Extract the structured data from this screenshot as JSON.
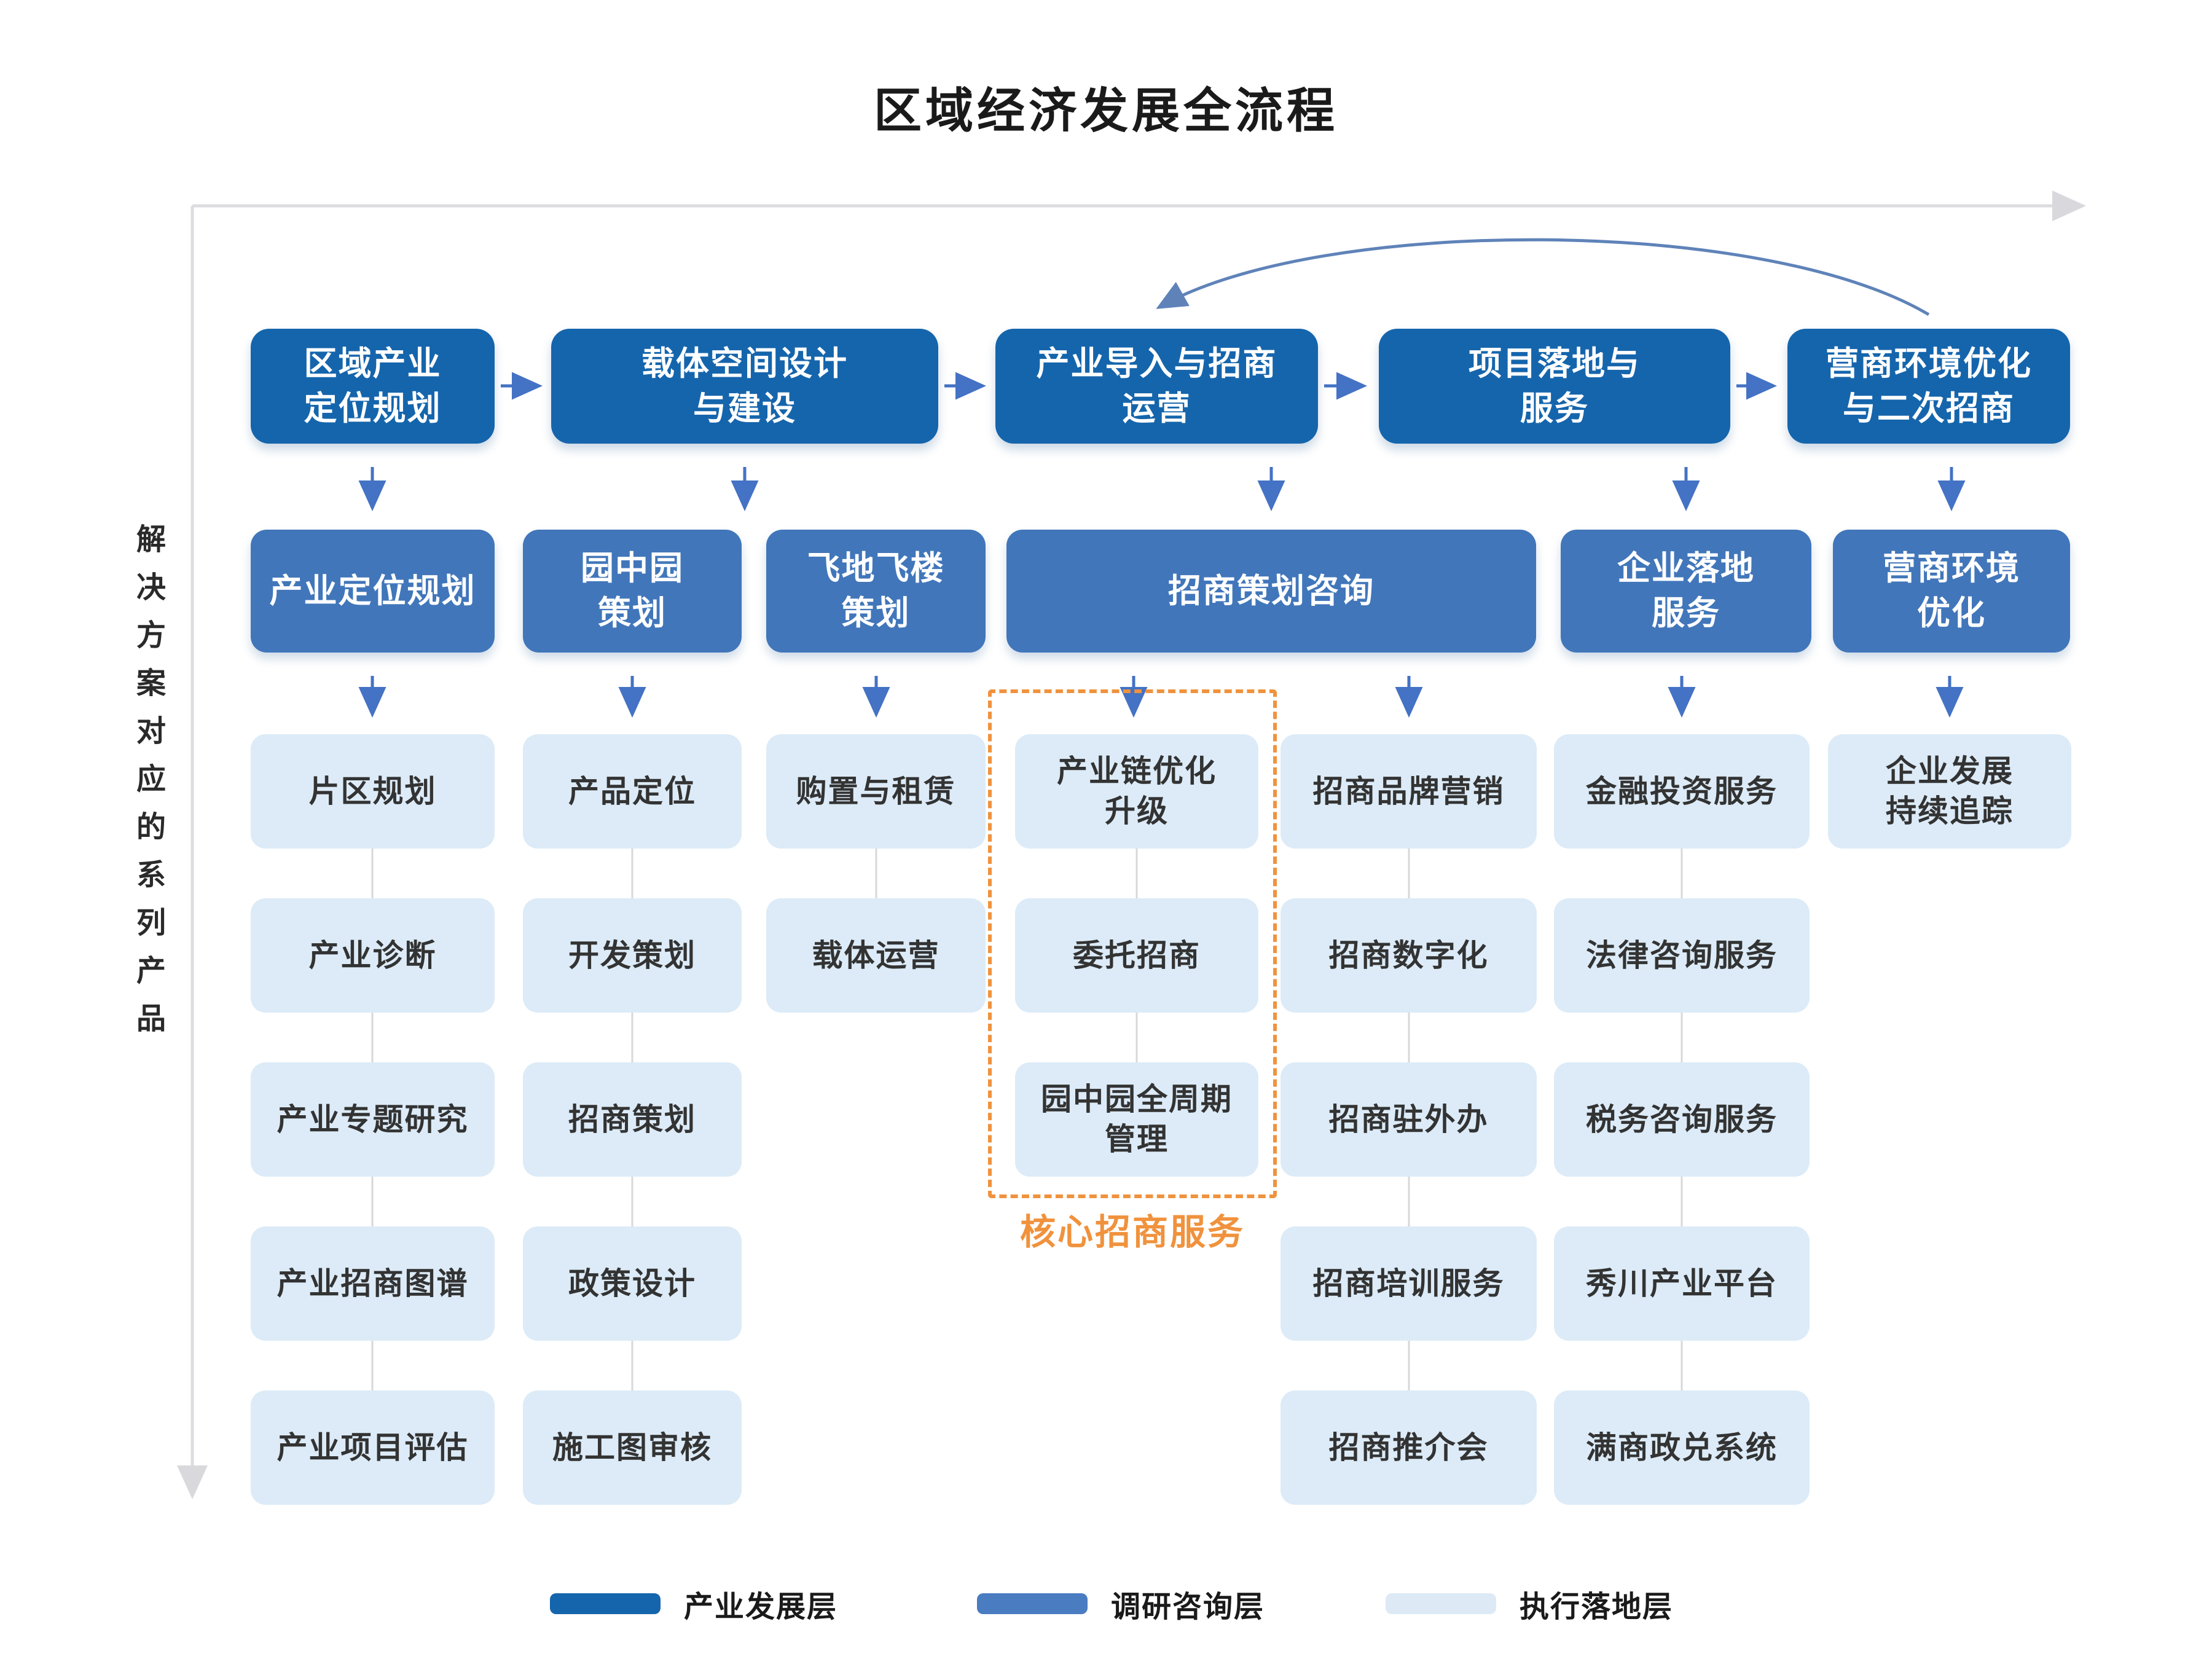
{
  "title": "区域经济发展全流程",
  "y_axis": {
    "label": "解决方案对应的系列产品"
  },
  "stages": [
    {
      "label": "区域产业\n定位规划"
    },
    {
      "label": "载体空间设计\n与建设"
    },
    {
      "label": "产业导入与招商\n运营"
    },
    {
      "label": "项目落地与\n服务"
    },
    {
      "label": "营商环境优化\n与二次招商"
    }
  ],
  "solutions": [
    {
      "label": "产业定位规划"
    },
    {
      "label": "园中园\n策划"
    },
    {
      "label": "飞地飞楼\n策划"
    },
    {
      "label": "招商策划咨询"
    },
    {
      "label": "企业落地\n服务"
    },
    {
      "label": "营商环境\n优化"
    }
  ],
  "product_columns": [
    {
      "items": [
        "片区规划",
        "产业诊断",
        "产业专题研究",
        "产业招商图谱",
        "产业项目评估"
      ]
    },
    {
      "items": [
        "产品定位",
        "开发策划",
        "招商策划",
        "政策设计",
        "施工图审核"
      ]
    },
    {
      "items": [
        "购置与租赁",
        "载体运营"
      ]
    },
    {
      "items": [
        "产业链优化\n升级",
        "委托招商",
        "园中园全周期\n管理"
      ]
    },
    {
      "items": [
        "招商品牌营销",
        "招商数字化",
        "招商驻外办",
        "招商培训服务",
        "招商推介会"
      ]
    },
    {
      "items": [
        "金融投资服务",
        "法律咨询服务",
        "税务咨询服务",
        "秀川产业平台",
        "满商政兑系统"
      ]
    },
    {
      "items": [
        "企业发展\n持续追踪"
      ]
    }
  ],
  "core_group": {
    "label": "核心招商服务",
    "color": "#f0923d"
  },
  "legend": [
    {
      "label": "产业发展层",
      "color": "#1565ac"
    },
    {
      "label": "调研咨询层",
      "color": "#4a7cc2"
    },
    {
      "label": "执行落地层",
      "color": "#ddeaf6"
    }
  ],
  "colors": {
    "stage_box": "#1565ac",
    "solution_box": "#4176ba",
    "product_box": "#dcebf7",
    "arrow_blue": "#4472c4",
    "feedback_arrow": "#5f83b9",
    "axis_gray": "#d9d9dd",
    "connector_gray": "#d8d8d8"
  }
}
